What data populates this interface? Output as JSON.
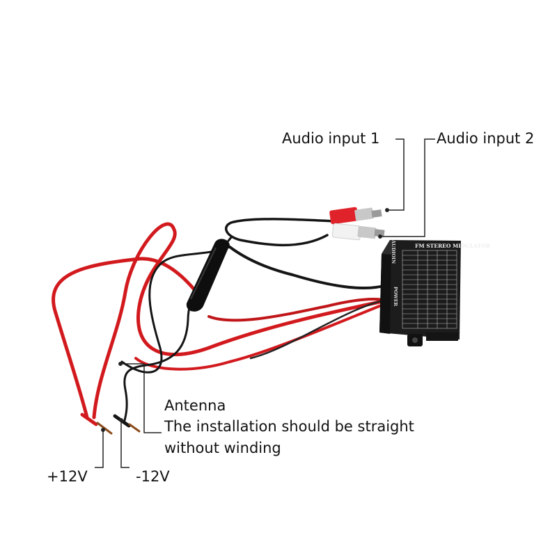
{
  "labels": {
    "audio_input_1": "Audio input 1",
    "audio_input_2": "Audio input 2",
    "antenna": "Antenna",
    "antenna_note_line1": "The installation should be straight",
    "antenna_note_line2": "without winding",
    "plus_12v": "+12V",
    "minus_12v": "-12V"
  },
  "module": {
    "title": "FM STEREO MIDULATOR",
    "side_label_audio": "AUDIOIN",
    "side_label_power": "POWER"
  },
  "colors": {
    "wire_red": "#d21a1e",
    "wire_black": "#151515",
    "rca_red": "#e0222a",
    "rca_white": "#f2f2f2",
    "box": "#1c1c1c",
    "leader_line": "#222222"
  }
}
